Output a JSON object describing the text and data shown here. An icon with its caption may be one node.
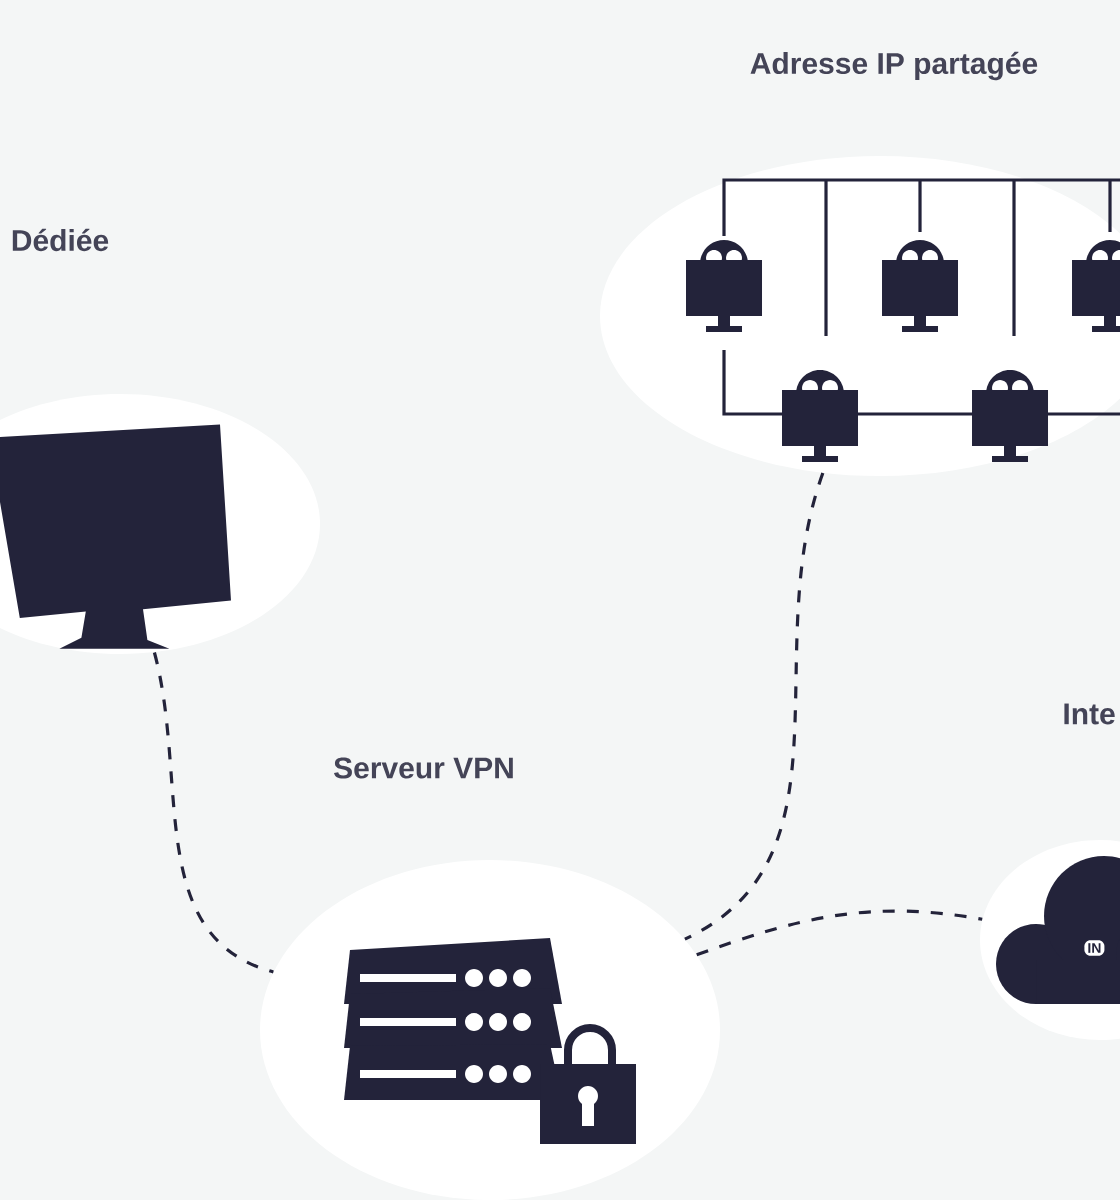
{
  "diagram": {
    "nodes": [
      {
        "text": [
          "Dédiée"
        ]
      },
      {
        "text": [
          "Adresse IP partagée"
        ]
      },
      {
        "text": [
          "Serveur VPN"
        ]
      },
      {
        "text": [
          "Inte"
        ]
      }
    ],
    "edges": [
      {
        "from": 0,
        "to": 2,
        "arrow": "none",
        "style": "dashed"
      },
      {
        "from": 1,
        "to": 2,
        "arrow": "none",
        "style": "dashed"
      },
      {
        "from": 2,
        "to": 3,
        "arrow": "none",
        "style": "dashed"
      }
    ],
    "labels": [
      "IN"
    ]
  }
}
